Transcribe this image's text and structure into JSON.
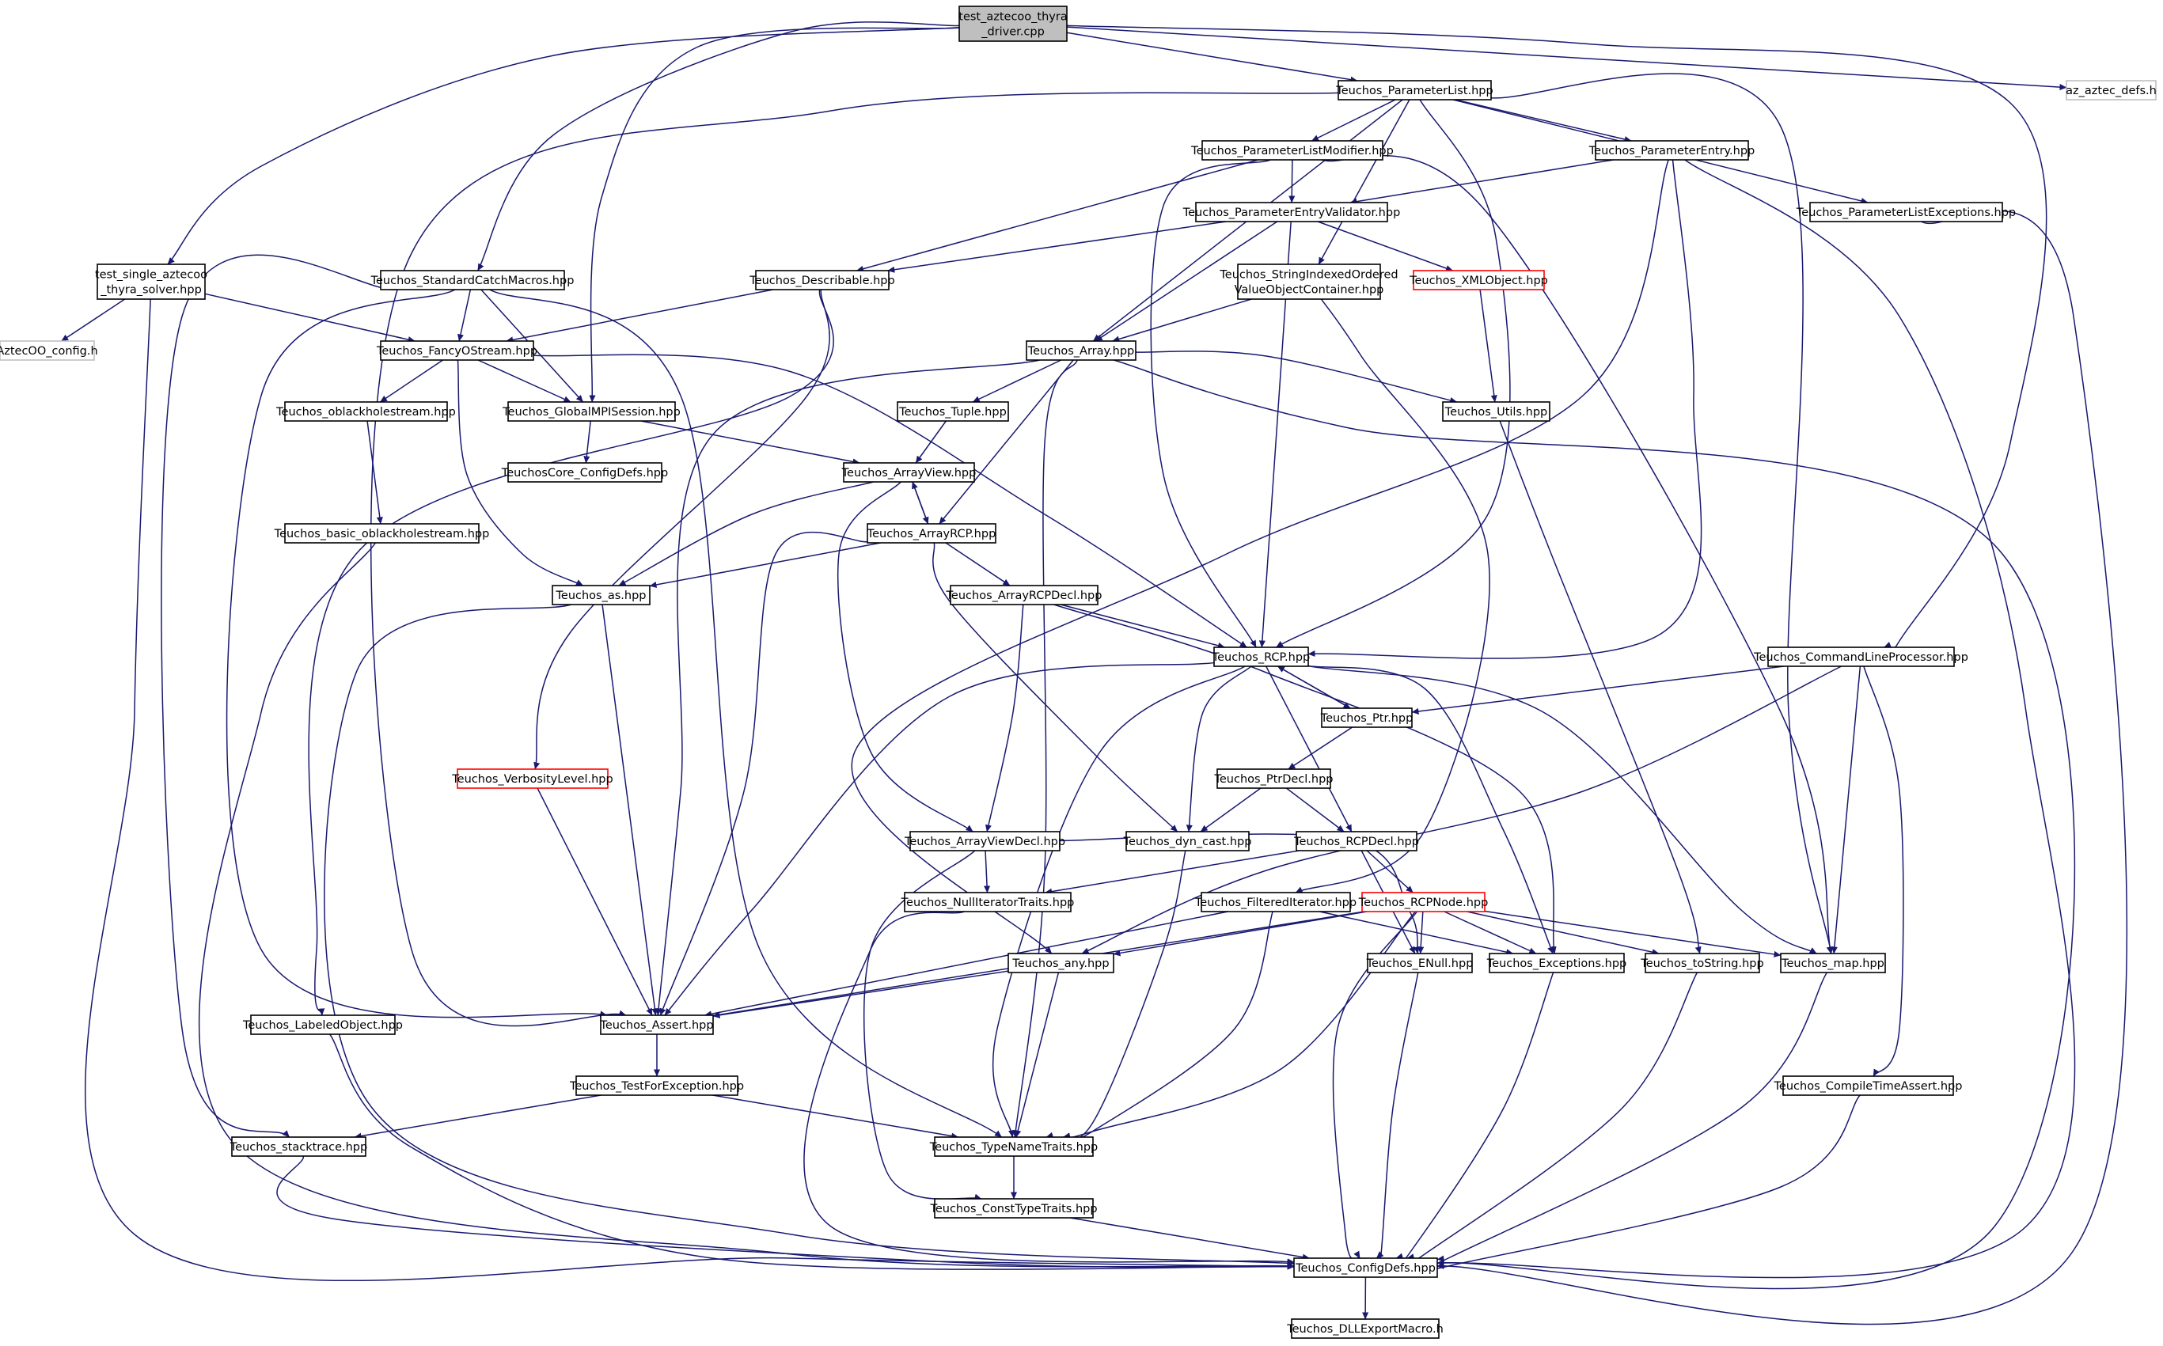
{
  "diagram": {
    "title": "",
    "colors": {
      "edge": "#191970",
      "box_border": "#000000",
      "root_fill": "#bfbfbf",
      "external_border": "#bfbfbf",
      "truncated_border": "#ff0000"
    },
    "nodes": [
      {
        "id": "n_root",
        "lines": [
          "test_aztecoo_thyra",
          "_driver.cpp"
        ],
        "style": "root"
      },
      {
        "id": "n_plist",
        "lines": [
          "Teuchos_ParameterList.hpp"
        ],
        "style": "normal"
      },
      {
        "id": "n_azdefs",
        "lines": [
          "az_aztec_defs.h"
        ],
        "style": "external"
      },
      {
        "id": "n_plmod",
        "lines": [
          "Teuchos_ParameterListModifier.hpp"
        ],
        "style": "normal"
      },
      {
        "id": "n_pentry",
        "lines": [
          "Teuchos_ParameterEntry.hpp"
        ],
        "style": "normal"
      },
      {
        "id": "n_pentryval",
        "lines": [
          "Teuchos_ParameterEntryValidator.hpp"
        ],
        "style": "normal"
      },
      {
        "id": "n_plexc",
        "lines": [
          "Teuchos_ParameterListExceptions.hpp"
        ],
        "style": "normal"
      },
      {
        "id": "n_testsingle",
        "lines": [
          "test_single_aztecoo",
          "_thyra_solver.hpp"
        ],
        "style": "normal"
      },
      {
        "id": "n_stdcatch",
        "lines": [
          "Teuchos_StandardCatchMacros.hpp"
        ],
        "style": "normal"
      },
      {
        "id": "n_describable",
        "lines": [
          "Teuchos_Describable.hpp"
        ],
        "style": "normal"
      },
      {
        "id": "n_stringidx",
        "lines": [
          "Teuchos_StringIndexedOrdered",
          "ValueObjectContainer.hpp"
        ],
        "style": "normal"
      },
      {
        "id": "n_xmlobj",
        "lines": [
          "Teuchos_XMLObject.hpp"
        ],
        "style": "truncated"
      },
      {
        "id": "n_azconfig",
        "lines": [
          "AztecOO_config.h"
        ],
        "style": "external"
      },
      {
        "id": "n_fancy",
        "lines": [
          "Teuchos_FancyOStream.hpp"
        ],
        "style": "normal"
      },
      {
        "id": "n_array",
        "lines": [
          "Teuchos_Array.hpp"
        ],
        "style": "normal"
      },
      {
        "id": "n_oblack",
        "lines": [
          "Teuchos_oblackholestream.hpp"
        ],
        "style": "normal"
      },
      {
        "id": "n_globalmpi",
        "lines": [
          "Teuchos_GlobalMPISession.hpp"
        ],
        "style": "normal"
      },
      {
        "id": "n_tuple",
        "lines": [
          "Teuchos_Tuple.hpp"
        ],
        "style": "normal"
      },
      {
        "id": "n_utils",
        "lines": [
          "Teuchos_Utils.hpp"
        ],
        "style": "normal"
      },
      {
        "id": "n_coreconfig",
        "lines": [
          "TeuchosCore_ConfigDefs.hpp"
        ],
        "style": "normal"
      },
      {
        "id": "n_arrayview",
        "lines": [
          "Teuchos_ArrayView.hpp"
        ],
        "style": "normal"
      },
      {
        "id": "n_basicoblack",
        "lines": [
          "Teuchos_basic_oblackholestream.hpp"
        ],
        "style": "normal"
      },
      {
        "id": "n_arrayrcp",
        "lines": [
          "Teuchos_ArrayRCP.hpp"
        ],
        "style": "normal"
      },
      {
        "id": "n_as",
        "lines": [
          "Teuchos_as.hpp"
        ],
        "style": "normal"
      },
      {
        "id": "n_arrayrcpdecl",
        "lines": [
          "Teuchos_ArrayRCPDecl.hpp"
        ],
        "style": "normal"
      },
      {
        "id": "n_rcp",
        "lines": [
          "Teuchos_RCP.hpp"
        ],
        "style": "normal"
      },
      {
        "id": "n_cmdline",
        "lines": [
          "Teuchos_CommandLineProcessor.hpp"
        ],
        "style": "normal"
      },
      {
        "id": "n_ptr",
        "lines": [
          "Teuchos_Ptr.hpp"
        ],
        "style": "normal"
      },
      {
        "id": "n_verbosity",
        "lines": [
          "Teuchos_VerbosityLevel.hpp"
        ],
        "style": "truncated"
      },
      {
        "id": "n_ptrdecl",
        "lines": [
          "Teuchos_PtrDecl.hpp"
        ],
        "style": "normal"
      },
      {
        "id": "n_arrayviewdecl",
        "lines": [
          "Teuchos_ArrayViewDecl.hpp"
        ],
        "style": "normal"
      },
      {
        "id": "n_dyncast",
        "lines": [
          "Teuchos_dyn_cast.hpp"
        ],
        "style": "normal"
      },
      {
        "id": "n_rcpdecl",
        "lines": [
          "Teuchos_RCPDecl.hpp"
        ],
        "style": "normal"
      },
      {
        "id": "n_nulliter",
        "lines": [
          "Teuchos_NullIteratorTraits.hpp"
        ],
        "style": "normal"
      },
      {
        "id": "n_filtered",
        "lines": [
          "Teuchos_FilteredIterator.hpp"
        ],
        "style": "normal"
      },
      {
        "id": "n_rcpnode",
        "lines": [
          "Teuchos_RCPNode.hpp"
        ],
        "style": "truncated"
      },
      {
        "id": "n_any",
        "lines": [
          "Teuchos_any.hpp"
        ],
        "style": "normal"
      },
      {
        "id": "n_enull",
        "lines": [
          "Teuchos_ENull.hpp"
        ],
        "style": "normal"
      },
      {
        "id": "n_exceptions",
        "lines": [
          "Teuchos_Exceptions.hpp"
        ],
        "style": "normal"
      },
      {
        "id": "n_tostring",
        "lines": [
          "Teuchos_toString.hpp"
        ],
        "style": "normal"
      },
      {
        "id": "n_map",
        "lines": [
          "Teuchos_map.hpp"
        ],
        "style": "normal"
      },
      {
        "id": "n_labeled",
        "lines": [
          "Teuchos_LabeledObject.hpp"
        ],
        "style": "normal"
      },
      {
        "id": "n_assert",
        "lines": [
          "Teuchos_Assert.hpp"
        ],
        "style": "normal"
      },
      {
        "id": "n_testforexc",
        "lines": [
          "Teuchos_TestForException.hpp"
        ],
        "style": "normal"
      },
      {
        "id": "n_compiletime",
        "lines": [
          "Teuchos_CompileTimeAssert.hpp"
        ],
        "style": "normal"
      },
      {
        "id": "n_stacktrace",
        "lines": [
          "Teuchos_stacktrace.hpp"
        ],
        "style": "normal"
      },
      {
        "id": "n_typename",
        "lines": [
          "Teuchos_TypeNameTraits.hpp"
        ],
        "style": "normal"
      },
      {
        "id": "n_consttype",
        "lines": [
          "Teuchos_ConstTypeTraits.hpp"
        ],
        "style": "normal"
      },
      {
        "id": "n_configdefs",
        "lines": [
          "Teuchos_ConfigDefs.hpp"
        ],
        "style": "normal"
      },
      {
        "id": "n_dllexport",
        "lines": [
          "Teuchos_DLLExportMacro.h"
        ],
        "style": "normal"
      }
    ],
    "edges": [
      [
        "n_root",
        "n_plist"
      ],
      [
        "n_root",
        "n_azdefs"
      ],
      [
        "n_root",
        "n_testsingle"
      ],
      [
        "n_root",
        "n_stdcatch"
      ],
      [
        "n_root",
        "n_globalmpi"
      ],
      [
        "n_root",
        "n_cmdline"
      ],
      [
        "n_plist",
        "n_plmod"
      ],
      [
        "n_plist",
        "n_pentry"
      ],
      [
        "n_plist",
        "n_plexc"
      ],
      [
        "n_plist",
        "n_stringidx"
      ],
      [
        "n_plist",
        "n_array"
      ],
      [
        "n_plist",
        "n_rcp"
      ],
      [
        "n_plist",
        "n_map"
      ],
      [
        "n_plist",
        "n_assert"
      ],
      [
        "n_plmod",
        "n_pentryval"
      ],
      [
        "n_plmod",
        "n_describable"
      ],
      [
        "n_plmod",
        "n_rcp"
      ],
      [
        "n_plmod",
        "n_map"
      ],
      [
        "n_pentry",
        "n_pentryval"
      ],
      [
        "n_pentry",
        "n_rcp"
      ],
      [
        "n_pentry",
        "n_any"
      ],
      [
        "n_pentry",
        "n_configdefs"
      ],
      [
        "n_pentryval",
        "n_describable"
      ],
      [
        "n_pentryval",
        "n_xmlobj"
      ],
      [
        "n_pentryval",
        "n_array"
      ],
      [
        "n_pentryval",
        "n_rcp"
      ],
      [
        "n_plexc",
        "n_configdefs"
      ],
      [
        "n_testsingle",
        "n_azconfig"
      ],
      [
        "n_testsingle",
        "n_fancy"
      ],
      [
        "n_testsingle",
        "n_configdefs"
      ],
      [
        "n_stdcatch",
        "n_fancy"
      ],
      [
        "n_stdcatch",
        "n_globalmpi"
      ],
      [
        "n_stdcatch",
        "n_assert"
      ],
      [
        "n_stdcatch",
        "n_typename"
      ],
      [
        "n_stdcatch",
        "n_stacktrace"
      ],
      [
        "n_describable",
        "n_fancy"
      ],
      [
        "n_describable",
        "n_verbosity"
      ],
      [
        "n_describable",
        "n_labeled"
      ],
      [
        "n_stringidx",
        "n_array"
      ],
      [
        "n_stringidx",
        "n_filtered"
      ],
      [
        "n_xmlobj",
        "n_utils"
      ],
      [
        "n_fancy",
        "n_oblack"
      ],
      [
        "n_fancy",
        "n_globalmpi"
      ],
      [
        "n_fancy",
        "n_as"
      ],
      [
        "n_fancy",
        "n_rcp"
      ],
      [
        "n_array",
        "n_tuple"
      ],
      [
        "n_array",
        "n_utils"
      ],
      [
        "n_array",
        "n_arrayrcp"
      ],
      [
        "n_array",
        "n_assert"
      ],
      [
        "n_array",
        "n_typename"
      ],
      [
        "n_array",
        "n_configdefs"
      ],
      [
        "n_oblack",
        "n_basicoblack"
      ],
      [
        "n_globalmpi",
        "n_coreconfig"
      ],
      [
        "n_globalmpi",
        "n_arrayview"
      ],
      [
        "n_tuple",
        "n_arrayview"
      ],
      [
        "n_utils",
        "n_tostring"
      ],
      [
        "n_arrayview",
        "n_arrayrcp"
      ],
      [
        "n_arrayview",
        "n_as"
      ],
      [
        "n_arrayview",
        "n_arrayviewdecl"
      ],
      [
        "n_basicoblack",
        "n_configdefs"
      ],
      [
        "n_arrayrcp",
        "n_arrayview"
      ],
      [
        "n_arrayrcp",
        "n_arrayrcpdecl"
      ],
      [
        "n_arrayrcp",
        "n_as"
      ],
      [
        "n_arrayrcp",
        "n_dyncast"
      ],
      [
        "n_arrayrcp",
        "n_assert"
      ],
      [
        "n_as",
        "n_assert"
      ],
      [
        "n_as",
        "n_configdefs"
      ],
      [
        "n_arrayrcpdecl",
        "n_rcp"
      ],
      [
        "n_arrayrcpdecl",
        "n_arrayviewdecl"
      ],
      [
        "n_arrayrcpdecl",
        "n_exceptions"
      ],
      [
        "n_rcp",
        "n_ptr"
      ],
      [
        "n_rcp",
        "n_rcpdecl"
      ],
      [
        "n_rcp",
        "n_dyncast"
      ],
      [
        "n_rcp",
        "n_exceptions"
      ],
      [
        "n_rcp",
        "n_map"
      ],
      [
        "n_rcp",
        "n_assert"
      ],
      [
        "n_rcp",
        "n_typename"
      ],
      [
        "n_cmdline",
        "n_ptr"
      ],
      [
        "n_cmdline",
        "n_map"
      ],
      [
        "n_cmdline",
        "n_any"
      ],
      [
        "n_cmdline",
        "n_compiletime"
      ],
      [
        "n_ptr",
        "n_rcp"
      ],
      [
        "n_ptr",
        "n_ptrdecl"
      ],
      [
        "n_verbosity",
        "n_assert"
      ],
      [
        "n_ptrdecl",
        "n_rcpdecl"
      ],
      [
        "n_ptrdecl",
        "n_dyncast"
      ],
      [
        "n_arrayviewdecl",
        "n_nulliter"
      ],
      [
        "n_arrayviewdecl",
        "n_enull"
      ],
      [
        "n_arrayviewdecl",
        "n_consttype"
      ],
      [
        "n_dyncast",
        "n_typename"
      ],
      [
        "n_rcpdecl",
        "n_rcpnode"
      ],
      [
        "n_rcpdecl",
        "n_enull"
      ],
      [
        "n_rcpdecl",
        "n_nulliter"
      ],
      [
        "n_nulliter",
        "n_configdefs"
      ],
      [
        "n_filtered",
        "n_exceptions"
      ],
      [
        "n_filtered",
        "n_assert"
      ],
      [
        "n_filtered",
        "n_typename"
      ],
      [
        "n_rcpnode",
        "n_any"
      ],
      [
        "n_rcpnode",
        "n_enull"
      ],
      [
        "n_rcpnode",
        "n_exceptions"
      ],
      [
        "n_rcpnode",
        "n_tostring"
      ],
      [
        "n_rcpnode",
        "n_map"
      ],
      [
        "n_rcpnode",
        "n_assert"
      ],
      [
        "n_rcpnode",
        "n_typename"
      ],
      [
        "n_rcpnode",
        "n_configdefs"
      ],
      [
        "n_any",
        "n_assert"
      ],
      [
        "n_any",
        "n_typename"
      ],
      [
        "n_enull",
        "n_configdefs"
      ],
      [
        "n_exceptions",
        "n_configdefs"
      ],
      [
        "n_tostring",
        "n_configdefs"
      ],
      [
        "n_map",
        "n_configdefs"
      ],
      [
        "n_labeled",
        "n_configdefs"
      ],
      [
        "n_assert",
        "n_testforexc"
      ],
      [
        "n_testforexc",
        "n_stacktrace"
      ],
      [
        "n_testforexc",
        "n_typename"
      ],
      [
        "n_compiletime",
        "n_configdefs"
      ],
      [
        "n_stacktrace",
        "n_configdefs"
      ],
      [
        "n_typename",
        "n_consttype"
      ],
      [
        "n_consttype",
        "n_configdefs"
      ],
      [
        "n_configdefs",
        "n_dllexport"
      ]
    ]
  }
}
